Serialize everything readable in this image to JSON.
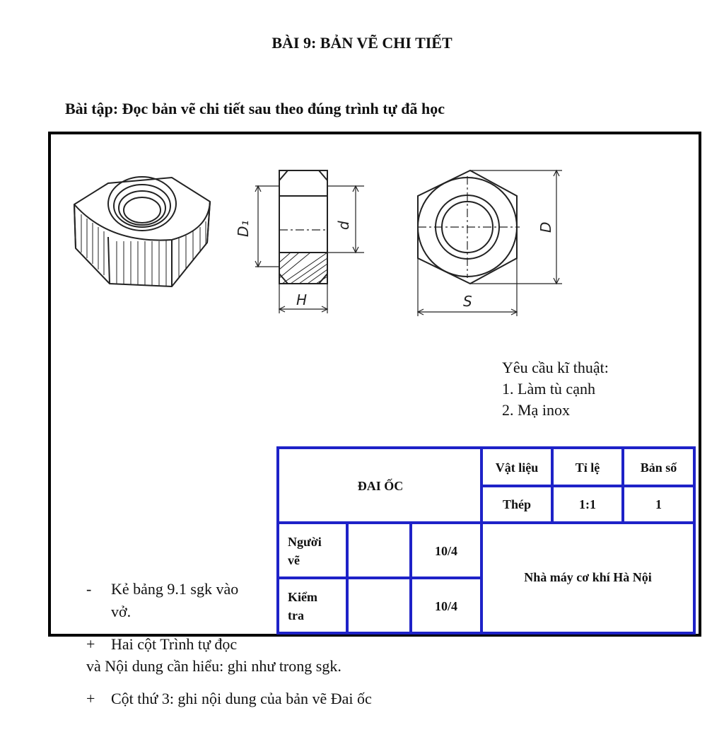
{
  "header": {
    "title": "BÀI 9: BẢN VẼ CHI TIẾT",
    "task": "Bài tập: Đọc bản vẽ chi tiết sau theo đúng trình tự đã học"
  },
  "drawing": {
    "labels": {
      "d1": "D₁",
      "d": "d",
      "h": "H",
      "d_big": "D",
      "s": "S"
    }
  },
  "requirements": {
    "heading": "Yêu cầu kĩ thuật:",
    "items": [
      "1. Làm tù cạnh",
      "2. Mạ inox"
    ]
  },
  "title_block": {
    "part_name": "ĐAI ỐC",
    "material_label": "Vật liệu",
    "scale_label": "Tỉ lệ",
    "sheet_label": "Bản số",
    "material": "Thép",
    "scale": "1:1",
    "sheet": "1",
    "drawn_label_1": "Người",
    "drawn_label_2": "vẽ",
    "drawn_date": "10/4",
    "checked_label_1": "Kiểm",
    "checked_label_2": "tra",
    "checked_date": "10/4",
    "organization": "Nhà máy cơ khí Hà Nội",
    "border_color": "#1e22c8"
  },
  "notes": {
    "dash": "-",
    "line1": "Kẻ bảng 9.1 sgk vào",
    "line1b": "vở.",
    "plus1": "+",
    "line2": "Hai cột Trình tự đọc",
    "line2b": "và Nội dung cần hiểu: ghi như trong sgk.",
    "plus2": "+",
    "line3": "Cột thứ 3: ghi nội dung của bản vẽ Đai ốc"
  }
}
